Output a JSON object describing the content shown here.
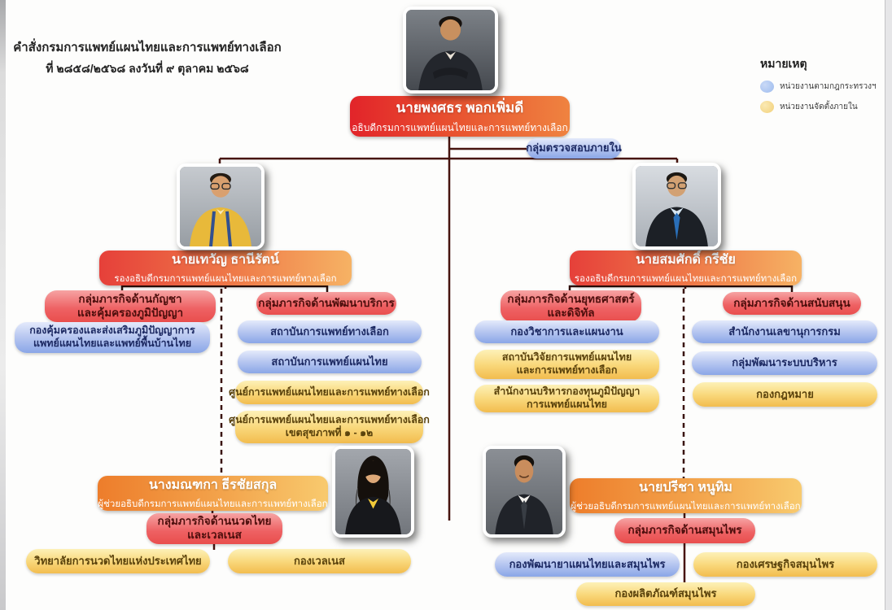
{
  "header": {
    "line1": "คำสั่งกรมการแพทย์แผนไทยและการแพทย์ทางเลือก",
    "line2": "ที่ ๒๘๕๘/๒๕๖๘ ลงวันที่ ๙ ตุลาคม ๒๕๖๘"
  },
  "legend": {
    "title": "หมายเหตุ",
    "item1": "หน่วยงานตามกฎกระทรวงฯ",
    "item2": "หน่วยงานจัดตั้งภายใน"
  },
  "colors": {
    "ministerial_unit": "#9dbbee",
    "internal_unit": "#f2d079",
    "mission_group": "#ee6163",
    "banner_red": "#e2242a",
    "banner_orange": "#ed7d2b",
    "line": "#47140f"
  },
  "director": {
    "name": "นายพงศธร พอกเพิ่มดี",
    "title": "อธิบดีกรมการแพทย์แผนไทยและการแพทย์ทางเลือก"
  },
  "audit": {
    "label": "กลุ่มตรวจสอบภายใน"
  },
  "deputy_left": {
    "name": "นายเทวัญ ธานีรัตน์",
    "title": "รองอธิบดีกรมการแพทย์แผนไทยและการแพทย์ทางเลือก"
  },
  "deputy_right": {
    "name": "นายสมศักดิ์ กรีชัย",
    "title": "รองอธิบดีกรมการแพทย์แผนไทยและการแพทย์ทางเลือก"
  },
  "assistant_left": {
    "name": "นางมณฑกา ธีรชัยสกุล",
    "title": "ผู้ช่วยอธิบดีกรมการแพทย์แผนไทยและการแพทย์ทางเลือก"
  },
  "assistant_right": {
    "name": "นายปรีชา หนูทิม",
    "title": "ผู้ช่วยอธิบดีกรมการแพทย์แผนไทยและการแพทย์ทางเลือก"
  },
  "groups": {
    "cannabis_l1": "กลุ่มภารกิจด้านกัญชา",
    "cannabis_l2": "และคุ้มครองภูมิปัญญา",
    "service": "กลุ่มภารกิจด้านพัฒนาบริการ",
    "strategy_l1": "กลุ่มภารกิจด้านยุทธศาสตร์",
    "strategy_l2": "และดิจิทัล",
    "support": "กลุ่มภารกิจด้านสนับสนุน",
    "massage_l1": "กลุ่มภารกิจด้านนวดไทย",
    "massage_l2": "และเวลเนส",
    "herb": "กลุ่มภารกิจด้านสมุนไพร"
  },
  "units": {
    "protect_l1": "กองคุ้มครองและส่งเสริมภูมิปัญญาการ",
    "protect_l2": "แพทย์แผนไทยและแพทย์พื้นบ้านไทย",
    "alt_institute": "สถาบันการแพทย์ทางเลือก",
    "thai_institute": "สถาบันการแพทย์แผนไทย",
    "center": "ศูนย์การแพทย์แผนไทยและการแพทย์ทางเลือก",
    "center_region_l1": "ศูนย์การแพทย์แผนไทยและการแพทย์ทางเลือก",
    "center_region_l2": "เขตสุขภาพที่ ๑ - ๑๒",
    "academic": "กองวิชาการและแผนงาน",
    "research_l1": "สถาบันวิจัยการแพทย์แผนไทย",
    "research_l2": "และการแพทย์ทางเลือก",
    "fund_l1": "สำนักงานบริหารกองทุนภูมิปัญญา",
    "fund_l2": "การแพทย์แผนไทย",
    "secretary": "สำนักงานเลขานุการกรม",
    "psd": "กลุ่มพัฒนาระบบบริหาร",
    "law": "กองกฎหมาย",
    "college": "วิทยาลัยการนวดไทยแห่งประเทศไทย",
    "wellness": "กองเวลเนส",
    "drug_dev": "กองพัฒนายาแผนไทยและสมุนไพร",
    "herb_econ": "กองเศรษฐกิจสมุนไพร",
    "herb_product": "กองผลิตภัณฑ์สมุนไพร"
  }
}
